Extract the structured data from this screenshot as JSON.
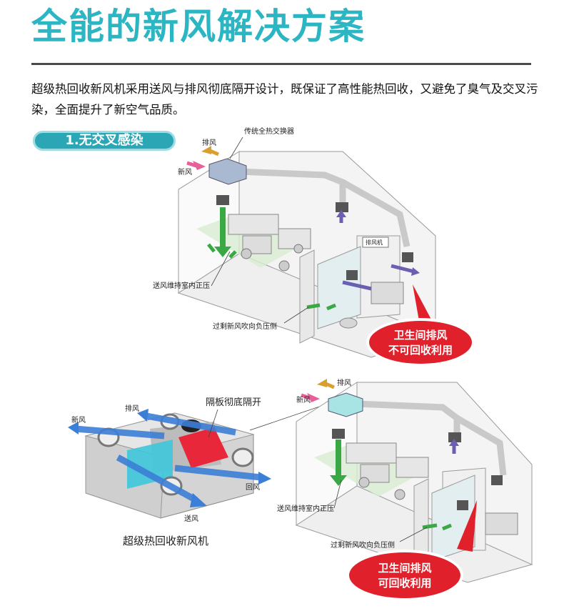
{
  "header": {
    "title": "全能的新风解决方案",
    "description": "超级热回收新风机采用送风与排风彻底隔开设计，既保证了高性能热回收，又避免了臭气及交叉污染，全面提升了新空气品质。"
  },
  "section": {
    "tag": "1.无交叉感染"
  },
  "diagram_top": {
    "label_exhaust": "排风",
    "label_fresh": "新风",
    "label_traditional_exchanger": "传统全热交换器",
    "label_exhaust_fan": "排风机",
    "label_supply_positive": "送风维持室内正压",
    "label_surplus_negative": "过剩新风吹向负压侧",
    "callout_line1": "卫生间排风",
    "callout_line2": "不可回收利用"
  },
  "diagram_unit": {
    "label_exhaust": "排风",
    "label_fresh": "新风",
    "label_partition": "隔板彻底隔开",
    "label_return": "回风",
    "label_supply": "送风",
    "caption": "超级热回收新风机"
  },
  "diagram_bottom": {
    "label_exhaust": "排风",
    "label_fresh": "新风",
    "label_supply_positive": "送风维持室内正压",
    "label_surplus_negative": "过剩新风吹向负压侧",
    "callout_line1": "卫生间排风",
    "callout_line2": "可回收利用"
  },
  "colors": {
    "accent": "#2cb5c3",
    "tag_bg": "#2aa6b5",
    "callout_red": "#e0202a",
    "duct_blue": "#3c7fd6",
    "partition_red": "#e8283a",
    "fresh_arrow": "#e8609a",
    "exhaust_arrow": "#d9a030",
    "green_arrow": "#3aa845",
    "purple_arrow": "#6a5fb0"
  }
}
